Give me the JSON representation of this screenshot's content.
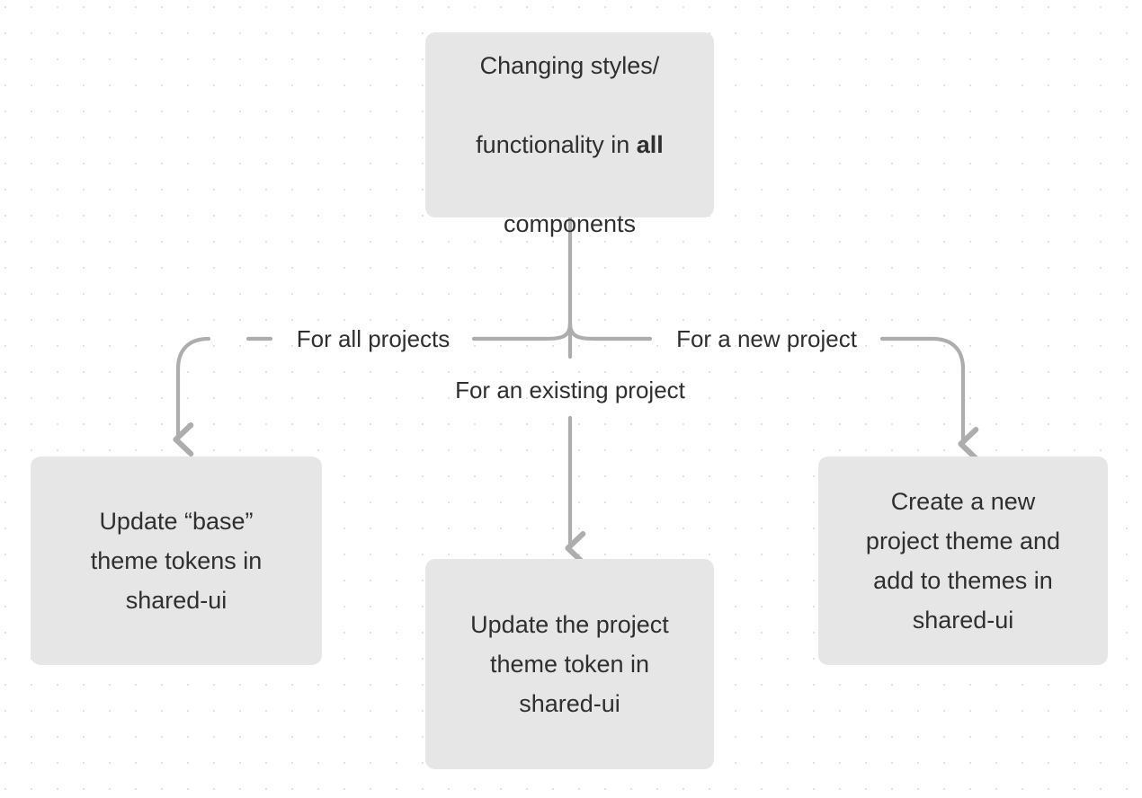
{
  "diagram": {
    "type": "flowchart",
    "background": "dotted-grid",
    "colors": {
      "node_fill": "#e6e6e6",
      "node_text": "#2f2f2f",
      "connector": "#adadad",
      "grid_dot": "#e3e3e3",
      "canvas": "#ffffff"
    },
    "nodes": [
      {
        "id": "root",
        "name": "changing-styles-node",
        "line1": "Changing styles/",
        "line2_before": "functionality in ",
        "line2_bold": "all",
        "line3": "components"
      },
      {
        "id": "base-tokens",
        "name": "update-base-theme-tokens-node",
        "text": "Update “base”\ntheme tokens in\nshared-ui"
      },
      {
        "id": "project-token",
        "name": "update-project-theme-token-node",
        "text": "Update the project\ntheme token in\nshared-ui"
      },
      {
        "id": "new-theme",
        "name": "create-new-project-theme-node",
        "text": "Create a new\nproject theme and\nadd to themes in\nshared-ui"
      }
    ],
    "edges": [
      {
        "id": "edge-left",
        "name": "edge-label-for-all-projects",
        "label": "For all projects",
        "from": "root",
        "to": "base-tokens"
      },
      {
        "id": "edge-center",
        "name": "edge-label-for-an-existing-project",
        "label": "For an existing project",
        "from": "root",
        "to": "project-token"
      },
      {
        "id": "edge-right",
        "name": "edge-label-for-a-new-project",
        "label": "For a new project",
        "from": "root",
        "to": "new-theme"
      }
    ]
  }
}
